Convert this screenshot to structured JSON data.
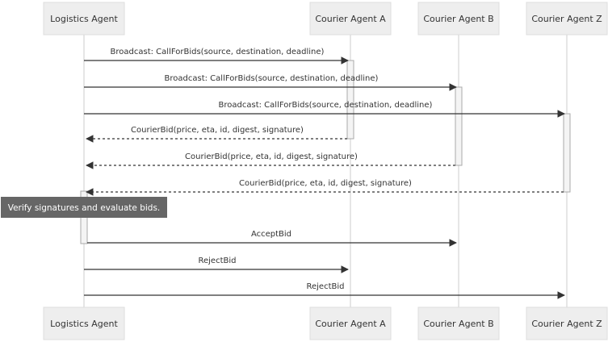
{
  "participants": [
    {
      "id": "logistics",
      "label": "Logistics Agent"
    },
    {
      "id": "courier_a",
      "label": "Courier Agent A"
    },
    {
      "id": "courier_b",
      "label": "Courier Agent B"
    },
    {
      "id": "courier_z",
      "label": "Courier Agent Z"
    }
  ],
  "messages": [
    {
      "from": "logistics",
      "to": "courier_a",
      "label": "Broadcast: CallForBids(source, destination, deadline)",
      "style": "solid"
    },
    {
      "from": "logistics",
      "to": "courier_b",
      "label": "Broadcast: CallForBids(source, destination, deadline)",
      "style": "solid"
    },
    {
      "from": "logistics",
      "to": "courier_z",
      "label": "Broadcast: CallForBids(source, destination, deadline)",
      "style": "solid"
    },
    {
      "from": "courier_a",
      "to": "logistics",
      "label": "CourierBid(price, eta, id, digest, signature)",
      "style": "dashed"
    },
    {
      "from": "courier_b",
      "to": "logistics",
      "label": "CourierBid(price, eta, id, digest, signature)",
      "style": "dashed"
    },
    {
      "from": "courier_z",
      "to": "logistics",
      "label": "CourierBid(price, eta, id, digest, signature)",
      "style": "dashed"
    },
    {
      "from": "logistics",
      "to": "courier_b",
      "label": "AcceptBid",
      "style": "solid"
    },
    {
      "from": "logistics",
      "to": "courier_a",
      "label": "RejectBid",
      "style": "solid"
    },
    {
      "from": "logistics",
      "to": "courier_z",
      "label": "RejectBid",
      "style": "solid"
    }
  ],
  "note": {
    "over": "logistics",
    "text": "Verify signatures and evaluate bids."
  },
  "colors": {
    "box_fill": "#eeeeee",
    "box_stroke": "#dddddd",
    "lifeline": "#cccccc",
    "arrow": "#333333",
    "text": "#333333",
    "activation_fill": "#f4f4f4",
    "activation_stroke": "#aaaaaa",
    "note_fill": "#666666",
    "note_text": "#ffffff"
  }
}
